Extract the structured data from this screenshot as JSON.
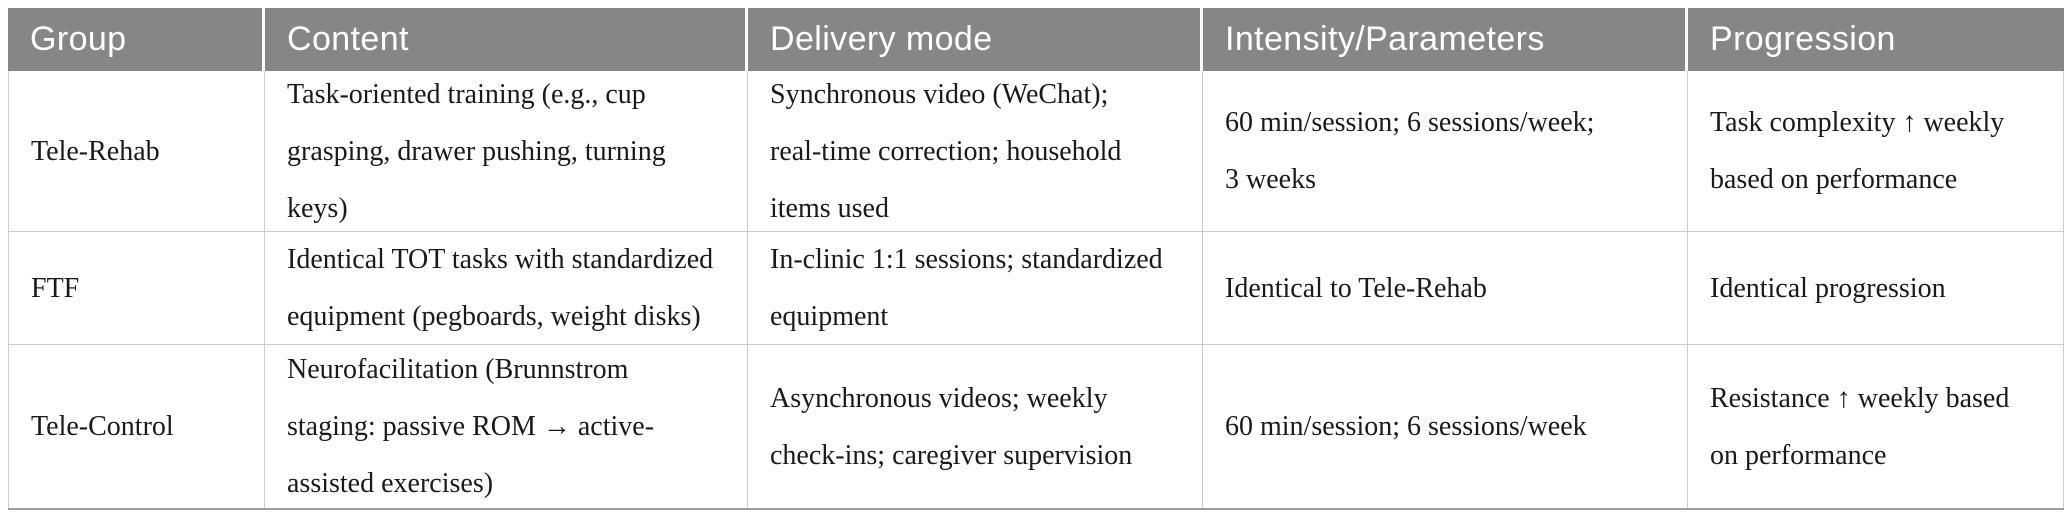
{
  "colors": {
    "header_background": "#868686",
    "header_text": "#ffffff",
    "body_text": "#1a1a1a",
    "grid_line": "#cccccc",
    "bottom_rule": "#9b9b9b",
    "page_background": "#ffffff"
  },
  "table": {
    "headers": [
      "Group",
      "Content",
      "Delivery mode",
      "Intensity/Parameters",
      "Progression"
    ],
    "rows": [
      [
        "Tele-Rehab",
        "Task-oriented training (e.g., cup\ngrasping, drawer pushing, turning\nkeys)",
        "Synchronous video (WeChat);\nreal-time correction; household\nitems used",
        "60 min/session; 6 sessions/week;\n3 weeks",
        "Task complexity ↑ weekly\nbased on performance"
      ],
      [
        "FTF",
        "Identical TOT tasks with standardized\nequipment (pegboards, weight disks)",
        "In-clinic 1:1 sessions; standardized\nequipment",
        "Identical to Tele-Rehab",
        "Identical progression"
      ],
      [
        "Tele-Control",
        "Neurofacilitation (Brunnstrom\nstaging: passive ROM → active-\nassisted exercises)",
        "Asynchronous videos; weekly\ncheck-ins; caregiver supervision",
        "60 min/session; 6 sessions/week",
        "Resistance ↑ weekly based\non performance"
      ]
    ]
  }
}
